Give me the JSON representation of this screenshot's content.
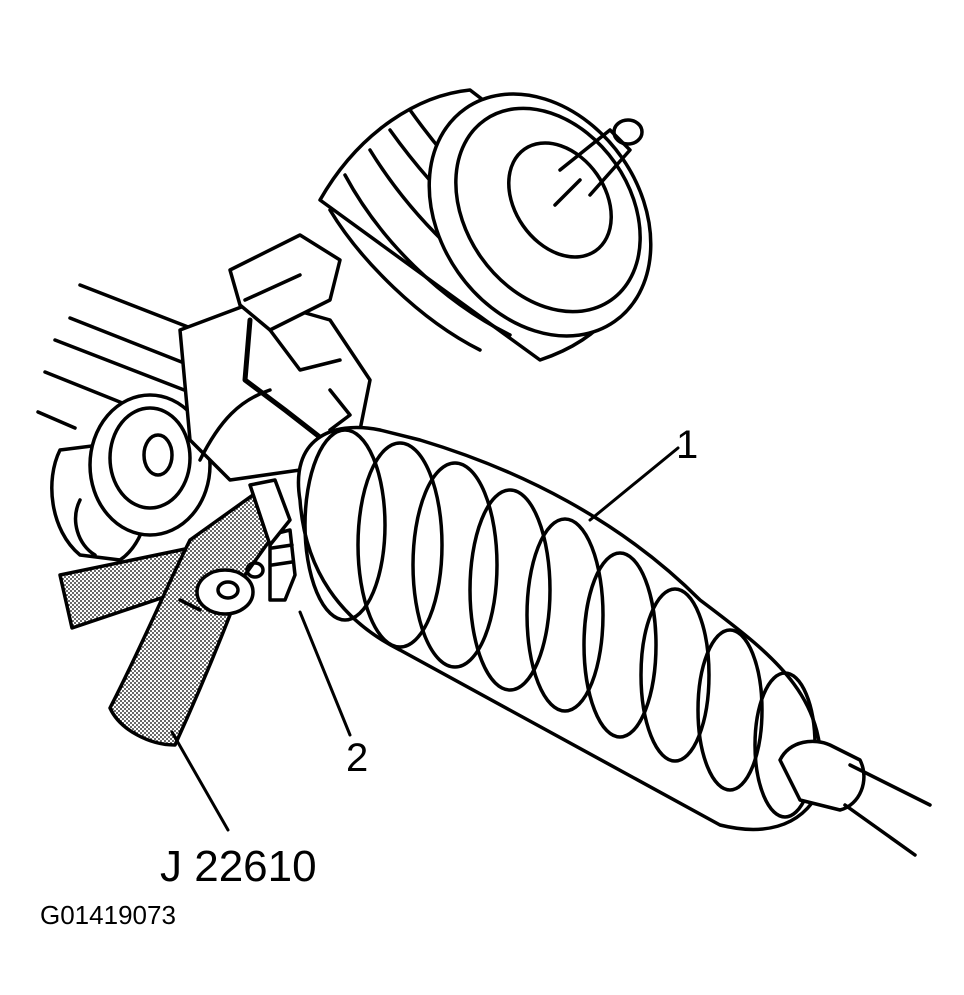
{
  "callouts": {
    "boot": "1",
    "clamp": "2",
    "tool": "J 22610"
  },
  "figure_id": "G01419073",
  "colors": {
    "ink": "#000000",
    "paper": "#ffffff",
    "tool_shade": "#9a9a9a"
  }
}
